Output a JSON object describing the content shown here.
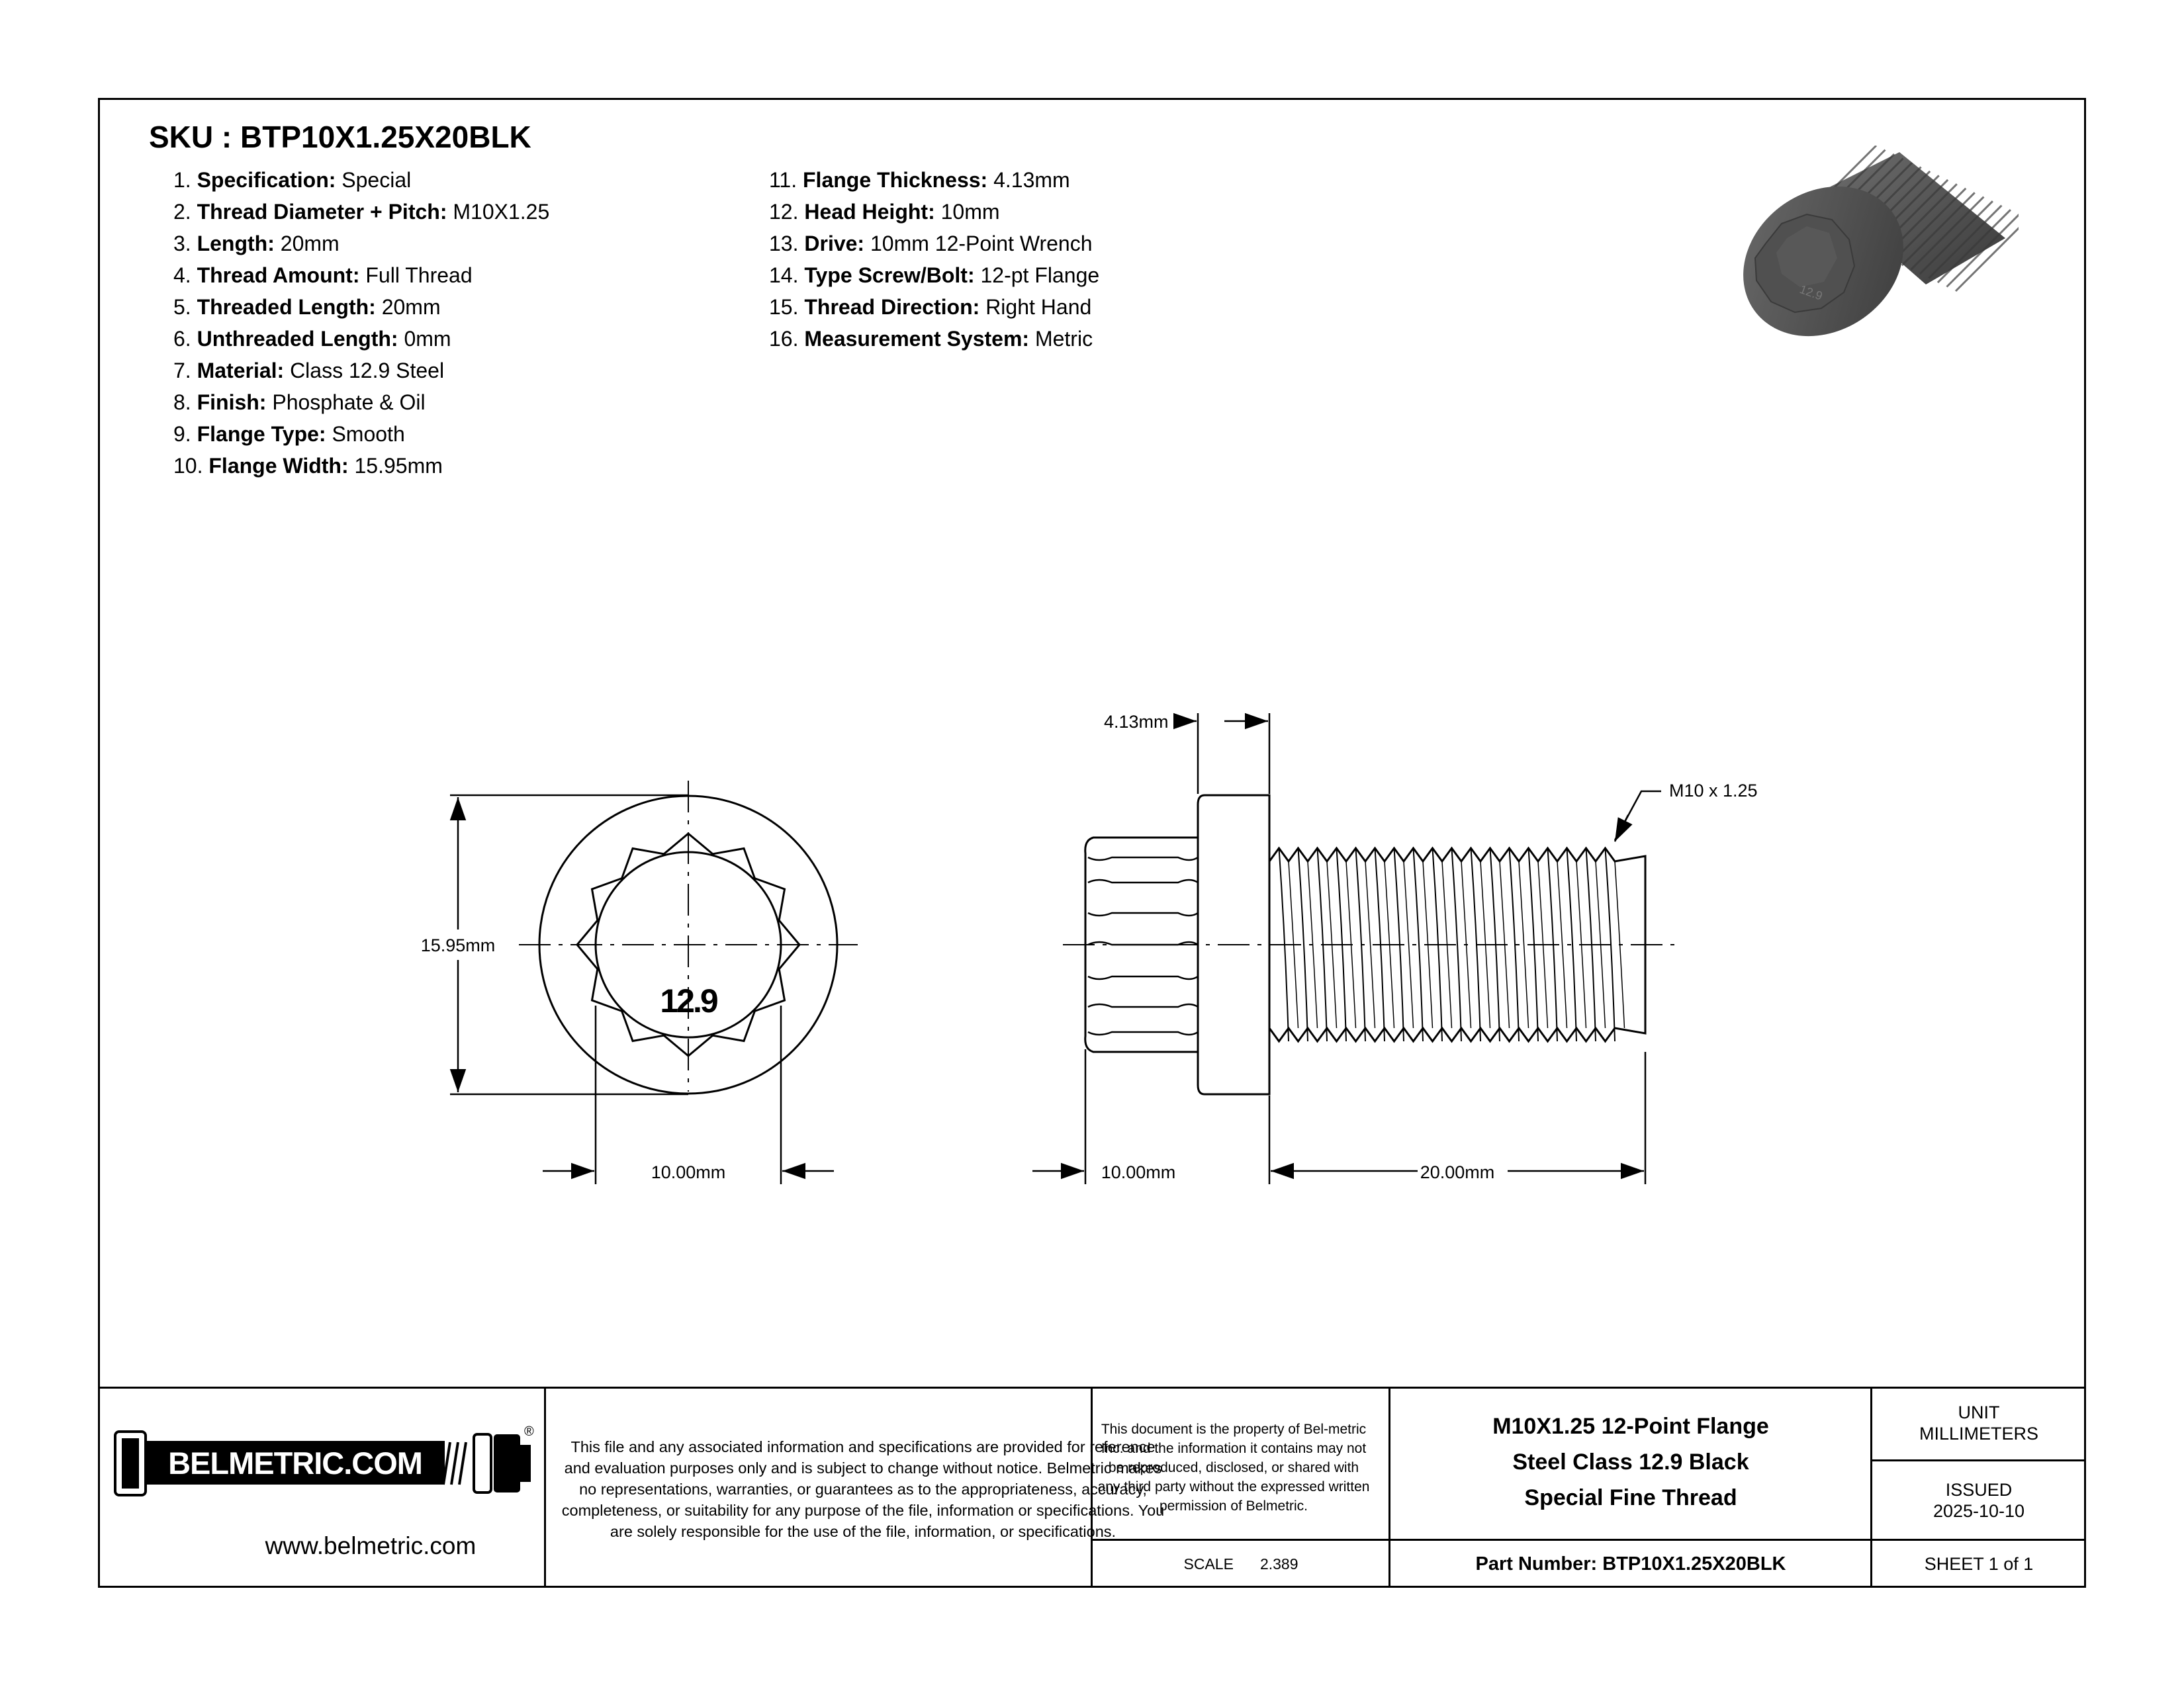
{
  "header": {
    "sku_title": "SKU : BTP10X1.25X20BLK"
  },
  "specs_col1": [
    {
      "num": "1.",
      "label": "Specification:",
      "value": "Special"
    },
    {
      "num": "2.",
      "label": "Thread Diameter + Pitch:",
      "value": "M10X1.25"
    },
    {
      "num": "3.",
      "label": "Length:",
      "value": "20mm"
    },
    {
      "num": "4.",
      "label": "Thread Amount:",
      "value": "Full Thread"
    },
    {
      "num": "5.",
      "label": "Threaded Length:",
      "value": "20mm"
    },
    {
      "num": "6.",
      "label": "Unthreaded Length:",
      "value": "0mm"
    },
    {
      "num": "7.",
      "label": "Material:",
      "value": "Class 12.9 Steel"
    },
    {
      "num": "8.",
      "label": "Finish:",
      "value": "Phosphate & Oil"
    },
    {
      "num": "9.",
      "label": "Flange Type:",
      "value": "Smooth"
    },
    {
      "num": "10.",
      "label": "Flange Width:",
      "value": "15.95mm"
    }
  ],
  "specs_col2": [
    {
      "num": "11.",
      "label": "Flange Thickness:",
      "value": "4.13mm"
    },
    {
      "num": "12.",
      "label": "Head Height:",
      "value": "10mm"
    },
    {
      "num": "13.",
      "label": "Drive:",
      "value": "10mm 12-Point Wrench"
    },
    {
      "num": "14.",
      "label": "Type Screw/Bolt:",
      "value": "12-pt Flange"
    },
    {
      "num": "15.",
      "label": "Thread Direction:",
      "value": "Right Hand"
    },
    {
      "num": "16.",
      "label": "Measurement System:",
      "value": "Metric"
    }
  ],
  "drawing": {
    "grade_mark": "12.9",
    "render_grade_mark": "12.9",
    "dim_flange_width": "15.95mm",
    "dim_drive_front": "10.00mm",
    "dim_flange_thickness": "4.13mm",
    "dim_thread_callout": "M10 x 1.25",
    "dim_head_side": "10.00mm",
    "dim_thread_length": "20.00mm"
  },
  "title_block": {
    "logo_text": "BELMETRIC.COM",
    "logo_registered": "®",
    "website": "www.belmetric.com",
    "disclaimer": "This file and any associated information and specifications are provided for reference and evaluation purposes only and is subject to change without notice. Belmetric makes no representations, warranties, or guarantees as to the appropriateness, accuracy, completeness, or suitability for any purpose of the file, information or specifications. You are solely responsible for the use of the file, information, or specifications.",
    "property_notice": "This document is the property of Bel-metric Inc. and the information it contains may not be reproduced, disclosed, or shared with any third party without the expressed written permission of Belmetric.",
    "scale_label": "SCALE",
    "scale_value": "2.389",
    "product_title_1": "M10X1.25 12-Point Flange",
    "product_title_2": "Steel Class 12.9 Black",
    "product_title_3": "Special Fine Thread",
    "part_number": "Part Number: BTP10X1.25X20BLK",
    "unit_label": "UNIT",
    "unit_value": "MILLIMETERS",
    "issued_label": "ISSUED",
    "issued_value": "2025-10-10",
    "sheet": "SHEET 1 of 1"
  },
  "colors": {
    "line": "#000000",
    "render_dark": "#3a3a3a",
    "render_mid": "#555555",
    "render_light": "#6e6e6e"
  }
}
